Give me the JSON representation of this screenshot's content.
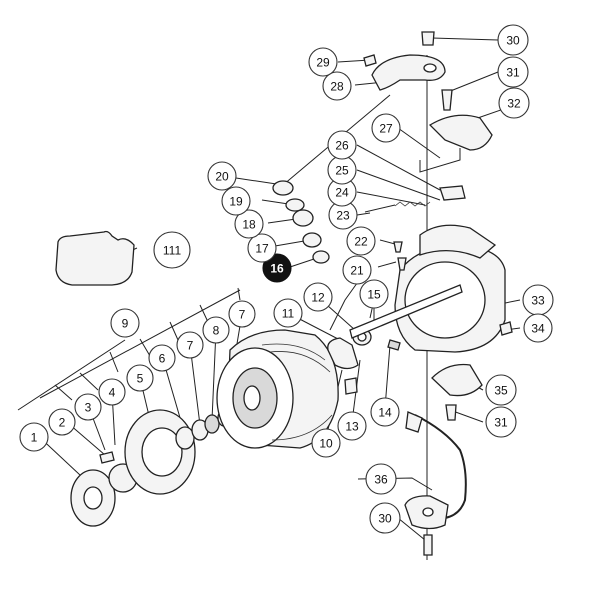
{
  "callouts": [
    {
      "id": "c1",
      "label": "1"
    },
    {
      "id": "c2",
      "label": "2"
    },
    {
      "id": "c3",
      "label": "3"
    },
    {
      "id": "c4",
      "label": "4"
    },
    {
      "id": "c5",
      "label": "5"
    },
    {
      "id": "c6",
      "label": "6"
    },
    {
      "id": "c7a",
      "label": "7"
    },
    {
      "id": "c7b",
      "label": "7"
    },
    {
      "id": "c8",
      "label": "8"
    },
    {
      "id": "c9",
      "label": "9"
    },
    {
      "id": "c10",
      "label": "10"
    },
    {
      "id": "c11",
      "label": "11"
    },
    {
      "id": "c12",
      "label": "12"
    },
    {
      "id": "c13",
      "label": "13"
    },
    {
      "id": "c14",
      "label": "14"
    },
    {
      "id": "c15",
      "label": "15"
    },
    {
      "id": "c16",
      "label": "16",
      "highlight": true
    },
    {
      "id": "c17",
      "label": "17"
    },
    {
      "id": "c18",
      "label": "18"
    },
    {
      "id": "c19",
      "label": "19"
    },
    {
      "id": "c20",
      "label": "20"
    },
    {
      "id": "c21",
      "label": "21"
    },
    {
      "id": "c22",
      "label": "22"
    },
    {
      "id": "c23",
      "label": "23"
    },
    {
      "id": "c24",
      "label": "24"
    },
    {
      "id": "c25",
      "label": "25"
    },
    {
      "id": "c26",
      "label": "26"
    },
    {
      "id": "c27",
      "label": "27"
    },
    {
      "id": "c28",
      "label": "28"
    },
    {
      "id": "c29",
      "label": "29"
    },
    {
      "id": "c30a",
      "label": "30"
    },
    {
      "id": "c30b",
      "label": "30"
    },
    {
      "id": "c31a",
      "label": "31"
    },
    {
      "id": "c31b",
      "label": "31"
    },
    {
      "id": "c32",
      "label": "32"
    },
    {
      "id": "c33",
      "label": "33"
    },
    {
      "id": "c34",
      "label": "34"
    },
    {
      "id": "c35",
      "label": "35"
    },
    {
      "id": "c36",
      "label": "36"
    },
    {
      "id": "c111",
      "label": "111"
    }
  ]
}
